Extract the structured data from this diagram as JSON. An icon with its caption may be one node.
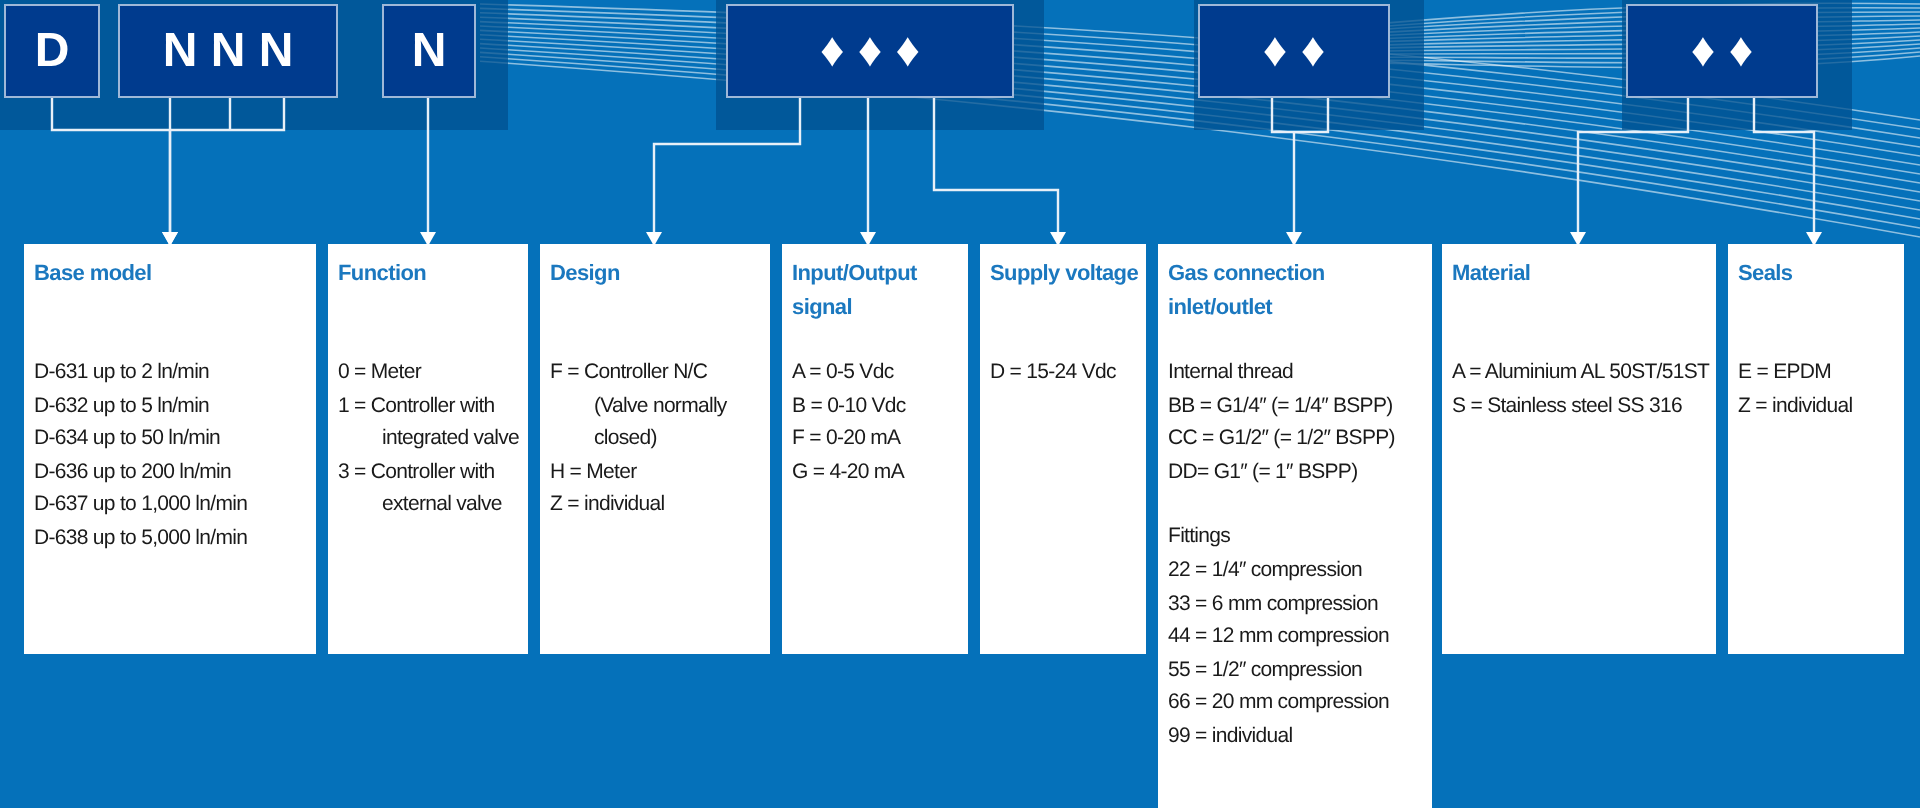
{
  "diagram": {
    "nodes": [
      {
        "text": [
          "D"
        ]
      },
      {
        "text": [
          "N N N"
        ]
      },
      {
        "text": [
          "N"
        ]
      },
      {
        "text": [
          "♦ ♦ ♦"
        ]
      },
      {
        "text": [
          "♦ ♦"
        ]
      },
      {
        "text": [
          "♦ ♦"
        ]
      },
      {
        "text": [
          "Base model",
          "D-631 up to 2 ln/min",
          "D-632 up to 5 ln/min",
          "D-634 up to 50 ln/min",
          "D-636 up to 200 ln/min",
          "D-637 up to 1,000 ln/min",
          "D-638 up to 5,000 ln/min"
        ]
      },
      {
        "text": [
          "Function",
          "0 = Meter",
          "1 = Controller with integrated valve",
          "3 = Controller with external valve"
        ]
      },
      {
        "text": [
          "Design",
          "F = Controller N/C (Valve normally closed)",
          "H = Meter",
          "Z = individual"
        ]
      },
      {
        "text": [
          "Input/Output signal",
          "A = 0-5 Vdc",
          "B = 0-10 Vdc",
          "F = 0-20 mA",
          "G = 4-20 mA"
        ]
      },
      {
        "text": [
          "Supply voltage",
          "D = 15-24 Vdc"
        ]
      },
      {
        "text": [
          "Gas connection inlet/outlet",
          "Internal thread",
          "BB = G1/4″ (= 1/4″ BSPP)",
          "CC = G1/2″ (= 1/2″ BSPP)",
          "DD= G1″ (= 1″ BSPP)",
          "Fittings",
          "22 = 1/4″ compression",
          "33 = 6 mm compression",
          "44 = 12 mm compression",
          "55 = 1/2″ compression",
          "66 = 20 mm compression",
          "99 = individual"
        ]
      },
      {
        "text": [
          "Material",
          "A = Aluminium AL 50ST/51ST",
          "S = Stainless steel SS 316"
        ]
      },
      {
        "text": [
          "Seals",
          "E = EPDM",
          "Z = individual"
        ]
      }
    ],
    "edges": [
      {
        "from": 0,
        "to": 6,
        "arrow": "to"
      },
      {
        "from": 1,
        "to": 6,
        "arrow": "to"
      },
      {
        "from": 2,
        "to": 7,
        "arrow": "to"
      },
      {
        "from": 3,
        "to": 8,
        "arrow": "to"
      },
      {
        "from": 3,
        "to": 9,
        "arrow": "to"
      },
      {
        "from": 3,
        "to": 10,
        "arrow": "to"
      },
      {
        "from": 4,
        "to": 11,
        "arrow": "to"
      },
      {
        "from": 5,
        "to": 12,
        "arrow": "to"
      },
      {
        "from": 5,
        "to": 13,
        "arrow": "to"
      }
    ]
  }
}
